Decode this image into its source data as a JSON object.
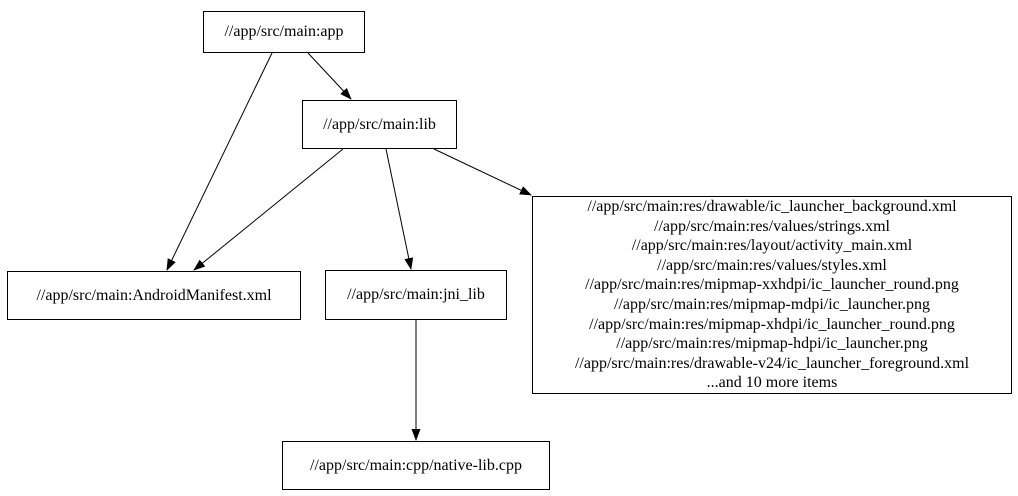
{
  "diagram": {
    "type": "dependency-graph",
    "colors": {
      "background": "#ffffff",
      "node_fill": "#ffffff",
      "node_border": "#000000",
      "text": "#000000",
      "edge": "#000000"
    },
    "nodes": {
      "app": {
        "label": "//app/src/main:app"
      },
      "lib": {
        "label": "//app/src/main:lib"
      },
      "manifest": {
        "label": "//app/src/main:AndroidManifest.xml"
      },
      "jni_lib": {
        "label": "//app/src/main:jni_lib"
      },
      "resources": {
        "lines": [
          "//app/src/main:res/drawable/ic_launcher_background.xml",
          "//app/src/main:res/values/strings.xml",
          "//app/src/main:res/layout/activity_main.xml",
          "//app/src/main:res/values/styles.xml",
          "//app/src/main:res/mipmap-xxhdpi/ic_launcher_round.png",
          "//app/src/main:res/mipmap-mdpi/ic_launcher.png",
          "//app/src/main:res/mipmap-xhdpi/ic_launcher_round.png",
          "//app/src/main:res/mipmap-hdpi/ic_launcher.png",
          "//app/src/main:res/drawable-v24/ic_launcher_foreground.xml",
          "...and 10 more items"
        ]
      },
      "native_lib": {
        "label": "//app/src/main:cpp/native-lib.cpp"
      }
    },
    "edges": [
      {
        "from": "//app/src/main:app",
        "to": "//app/src/main:lib"
      },
      {
        "from": "//app/src/main:app",
        "to": "//app/src/main:AndroidManifest.xml"
      },
      {
        "from": "//app/src/main:lib",
        "to": "//app/src/main:AndroidManifest.xml"
      },
      {
        "from": "//app/src/main:lib",
        "to": "//app/src/main:jni_lib"
      },
      {
        "from": "//app/src/main:lib",
        "to": "resources-group"
      },
      {
        "from": "//app/src/main:jni_lib",
        "to": "//app/src/main:cpp/native-lib.cpp"
      }
    ]
  }
}
